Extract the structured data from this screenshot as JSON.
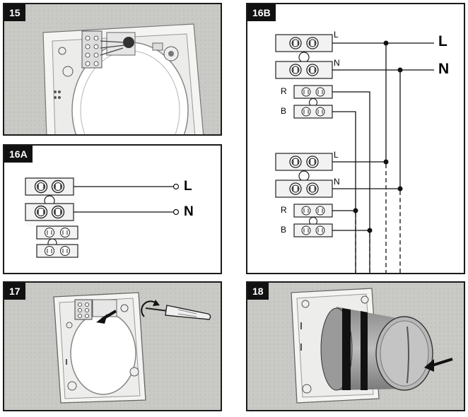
{
  "panels": {
    "p15": {
      "tag": "15"
    },
    "p16a": {
      "tag": "16A",
      "labels": {
        "L": "L",
        "N": "N"
      }
    },
    "p16b": {
      "tag": "16B",
      "labels": {
        "L": "L",
        "N": "N",
        "terminal_L": "L",
        "terminal_N": "N",
        "terminal_R": "R",
        "terminal_B": "B"
      }
    },
    "p17": {
      "tag": "17"
    },
    "p18": {
      "tag": "18"
    }
  },
  "colors": {
    "frame": "#1a1a1a",
    "photo_bg": "#c9c9c6",
    "wire": "#111111"
  }
}
